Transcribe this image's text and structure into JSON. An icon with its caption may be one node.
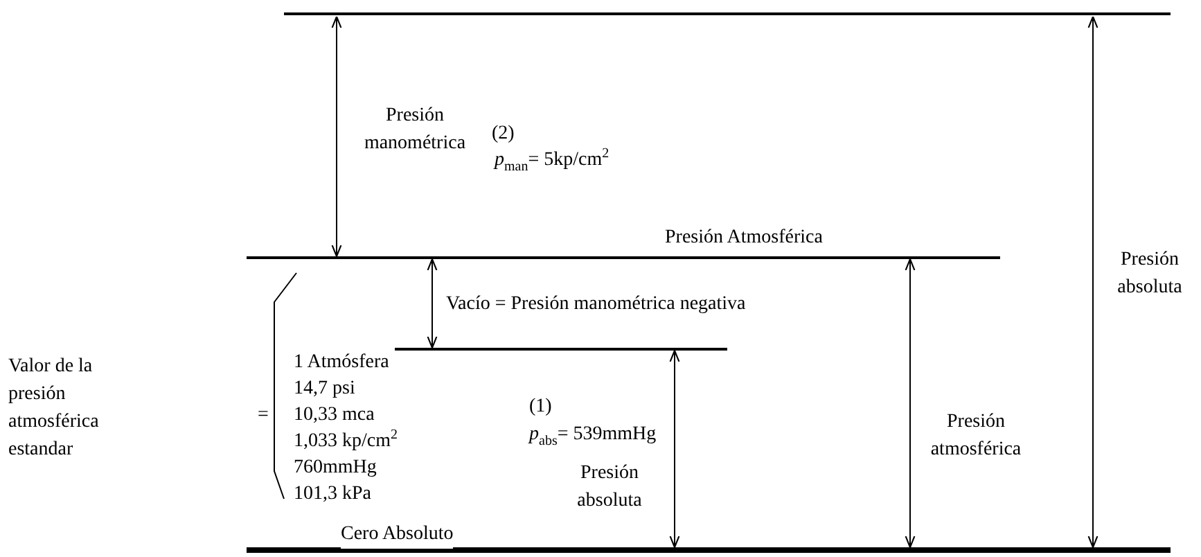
{
  "diagram": {
    "labels": [
      "Presión manométrica",
      "(2)",
      "*p*$_{man}$= 5kp/cm$^{2}$",
      "Presión Atmosférica",
      "Presión absoluta",
      "Vacío = Presión manométrica negativa",
      "Valor de la presión atmosférica estandar",
      "=",
      "1 Atmósfera",
      "14,7 psi",
      "10,33 mca",
      "1,033 kp/cm$^{2}$",
      "760mmHg",
      "101,3 kPa",
      "(1)",
      "*p*$_{abs}$= 539mmHg",
      "Presión absoluta",
      "Presión atmosférica",
      "Cero Absoluto"
    ]
  }
}
